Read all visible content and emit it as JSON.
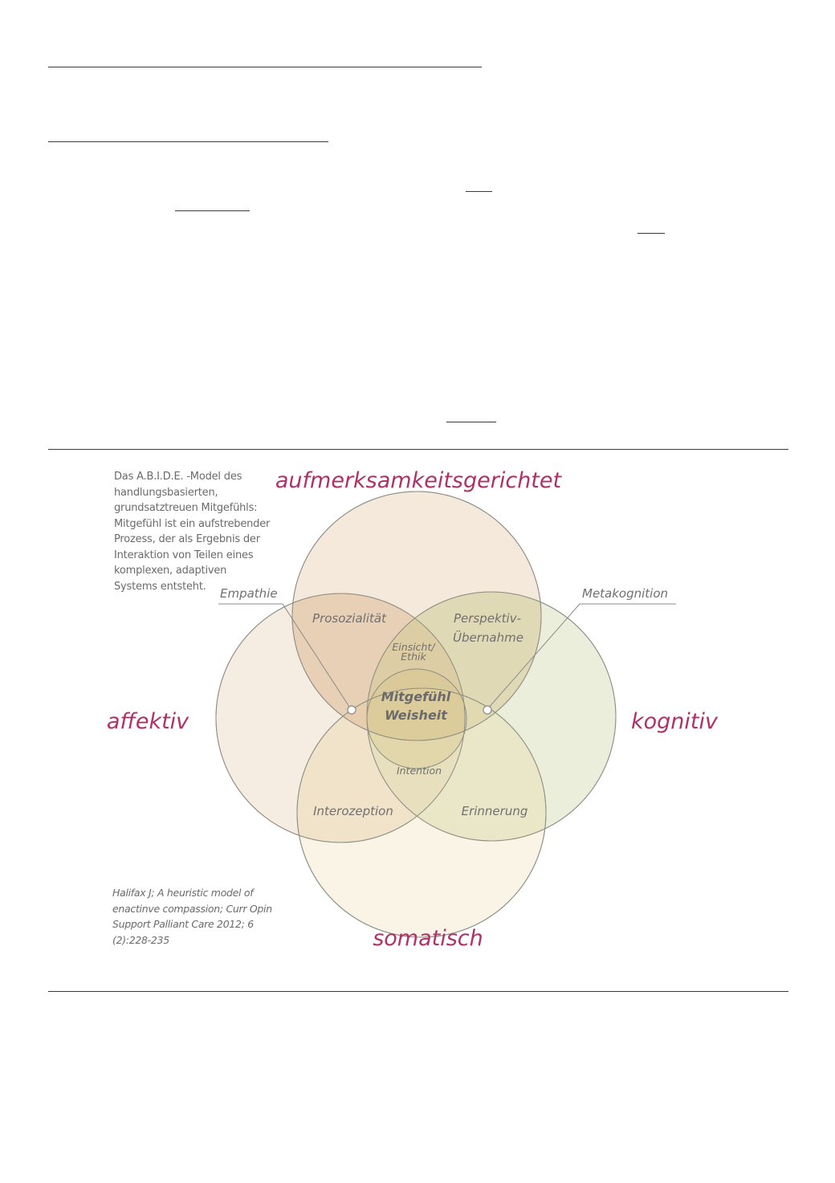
{
  "description_lines": [
    "Das A.B.I.D.E. -Model des",
    "handlungsbasierten,",
    "grundsatztreuen Mitgefühls:",
    "Mitgefühl ist ein aufstrebender",
    "Prozess, der als Ergebnis der",
    "Interaktion von Teilen eines",
    "komplexen, adaptiven",
    "Systems entsteht."
  ],
  "citation_lines": [
    "Halifax J; A heuristic model of",
    "enactinve compassion; Curr Opin",
    "Support Palliant Care 2012; 6",
    "(2):228-235"
  ],
  "dimensions": {
    "top": "aufmerksamkeitsgerichtet",
    "left": "affektiv",
    "right": "kognitiv",
    "bottom": "somatisch"
  },
  "regions": {
    "prosocial": "Prosozialität",
    "perspective_line1": "Perspektiv-",
    "perspective_line2": "Übernahme",
    "insight_line1": "Einsicht/",
    "insight_line2": "Ethik",
    "core_line1": "Mitgefühl",
    "core_line2": "Weisheit",
    "intention": "Intention",
    "interoception": "Interozeption",
    "memory": "Erinnerung"
  },
  "callouts": {
    "empathy": "Empathie",
    "metacognition": "Metakognition"
  },
  "colors": {
    "title": "#b0306a",
    "circle_top": "#e6c9a4",
    "circle_left": "#ecd6bf",
    "circle_right": "#dde0bf",
    "circle_bottom": "#f1e6c6",
    "stroke": "#8f8f85"
  }
}
